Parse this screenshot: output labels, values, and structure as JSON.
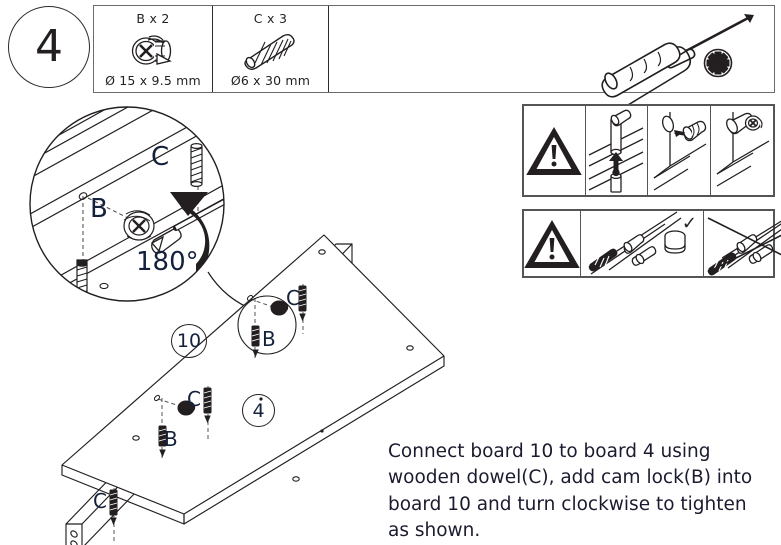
{
  "step": {
    "number": "4"
  },
  "parts_table": {
    "items": [
      {
        "label": "B x 2",
        "dimension": "Ø 15 x 9.5 mm",
        "icon": "cam-lock-icon"
      },
      {
        "label": "C x 3",
        "dimension": "Ø6 x 30 mm",
        "icon": "wooden-dowel-icon"
      }
    ],
    "tool": {
      "icon": "screwdriver-icon",
      "head_icon": "pozidriv-head-icon"
    }
  },
  "warnings": {
    "top_panel": {
      "alert_icon": "warning-triangle-icon",
      "frames": [
        "dowel-insert-into-board-icon",
        "cam-lock-insert-icon",
        "cam-lock-seated-icon"
      ]
    },
    "bottom_panel": {
      "alert_icon": "warning-triangle-icon",
      "frames": [
        {
          "icon": "correct-assembly-icon",
          "mark": "✓"
        },
        {
          "icon": "incorrect-assembly-icon",
          "mark": "✗"
        }
      ]
    }
  },
  "magnifier": {
    "labels": {
      "cam_lock": "B",
      "dowel": "C",
      "rotation": "180°"
    }
  },
  "assembly": {
    "board_callouts": [
      {
        "id": "10",
        "name": "board-10"
      },
      {
        "id": "4",
        "name": "board-4"
      }
    ],
    "part_labels": [
      {
        "text": "C",
        "name": "dowel-label-upper-right"
      },
      {
        "text": "B",
        "name": "cam-lock-label-upper"
      },
      {
        "text": "C",
        "name": "dowel-label-middle"
      },
      {
        "text": "B",
        "name": "cam-lock-label-lower"
      },
      {
        "text": "C",
        "name": "dowel-label-lower-left"
      }
    ]
  },
  "instruction": {
    "text": "Connect board 10 to board 4 using wooden dowel(C), add cam lock(B) into board 10 and turn clockwise to tighten as shown."
  },
  "colors": {
    "line": "#231f20",
    "label": "#14213d",
    "panel_border": "#555555",
    "table_border": "#6b6b6b"
  }
}
